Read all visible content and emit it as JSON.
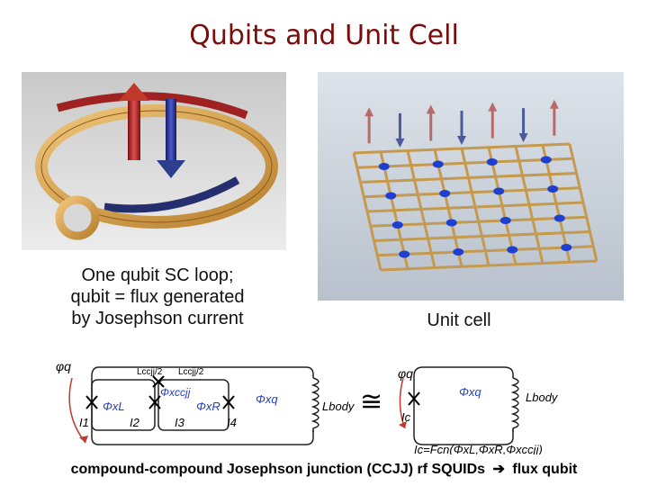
{
  "title": "Qubits and Unit Cell",
  "left_caption": {
    "line1": "One qubit SC loop;",
    "line2": "qubit = flux generated",
    "line3": "by Josephson current"
  },
  "right_caption": "Unit cell",
  "footer": {
    "before": "compound-compound Josephson junction (CCJJ) rf SQUIDs",
    "after": "flux qubit",
    "arrow_icon": "right-arrow-icon"
  },
  "circuit": {
    "phi_q": "φq",
    "lccjj_left": "Lccjj/2",
    "lccjj_right": "Lccjj/2",
    "phi_L": "ΦxL",
    "phi_ccjj": "Φxccjj",
    "phi_R": "ΦxR",
    "phi_q_ext": "Φxq",
    "l_body": "Lbody",
    "i1": "I1",
    "i2": "I2",
    "i3": "I3",
    "i4": "I4",
    "equiv": "≅",
    "phi_q_right": "φq",
    "ic": "Ic",
    "phi_q_ext_right": "Φxq",
    "l_body_right": "Lbody",
    "ic_formula": "Ic=Fcn(ΦxL,ΦxR,Φxccjj)"
  },
  "colors": {
    "title": "#7a0c0c",
    "loop": "#d4a04a",
    "arrow_red": "#c0392b",
    "arrow_blue": "#2c3e8c",
    "junction_blue": "#1e3fd0"
  }
}
